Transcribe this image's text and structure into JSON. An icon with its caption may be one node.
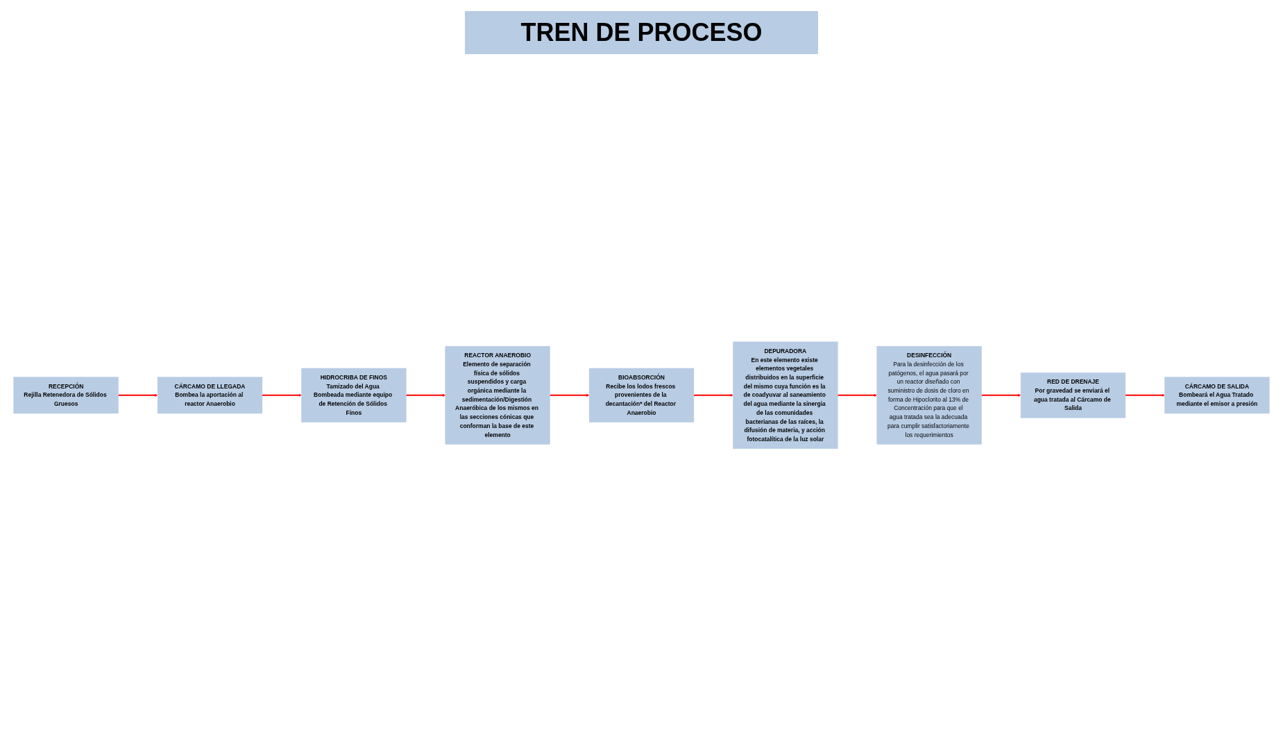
{
  "diagram": {
    "title": "TREN DE PROCESO",
    "nodes": [
      {
        "text": [
          "RECEPCIÓN",
          "Rejilla Retenedora de Sólidos Gruesos"
        ]
      },
      {
        "text": [
          "CÁRCAMO DE LLEGADA",
          "Bombea la aportación al reactor Anaerobio"
        ]
      },
      {
        "text": [
          "HIDROCRIBA DE FINOS",
          "Tamizado del Agua Bombeada mediante equipo de Retención de Sólidos Finos"
        ]
      },
      {
        "text": [
          "REACTOR ANAEROBIO",
          "Elemento de separación física de sólidos suspendidos y carga orgánica mediante la sedimentación/Digestión Anaeróbica de los mismos en las secciones cónicas que conforman la base de este elemento"
        ]
      },
      {
        "text": [
          "BIOABSORCIÓN",
          "Recibe los lodos frescos provenientes de la decantación* del Reactor Anaerobio"
        ]
      },
      {
        "text": [
          "DEPURADORA",
          "En este elemento existe elementos vegetales distribuidos en la superficie del mismo cuya función es la de coadyuvar al saneamiento del agua mediante la sinergia de las comunidades bacterianas de las raíces, la difusión de materia, y acción fotocatalítica de la luz solar"
        ]
      },
      {
        "text": [
          "DESINFECCIÓN",
          "Para la desinfección de los patógenos, el agua pasará por un reactor diseñado con suministro de dosis de cloro en forma de Hipoclorito al 13% de Concentración para que el agua tratada sea la adecuada para cumplir satisfactoriamente los requerimientos"
        ]
      },
      {
        "text": [
          "RED DE DRENAJE",
          "Por gravedad se enviará el agua tratada al Cárcamo de Salida"
        ]
      },
      {
        "text": [
          "CÁRCAMO DE SALIDA",
          "Bombeará el Agua Tratado mediante el emisor a presión"
        ]
      }
    ],
    "edges": [
      {
        "from": 0,
        "to": 1,
        "arrow": "to"
      },
      {
        "from": 1,
        "to": 2,
        "arrow": "to"
      },
      {
        "from": 2,
        "to": 3,
        "arrow": "to"
      },
      {
        "from": 3,
        "to": 4,
        "arrow": "to"
      },
      {
        "from": 4,
        "to": 5,
        "arrow": "to"
      },
      {
        "from": 5,
        "to": 6,
        "arrow": "to"
      },
      {
        "from": 6,
        "to": 7,
        "arrow": "to"
      },
      {
        "from": 7,
        "to": 8,
        "arrow": "to"
      }
    ]
  }
}
